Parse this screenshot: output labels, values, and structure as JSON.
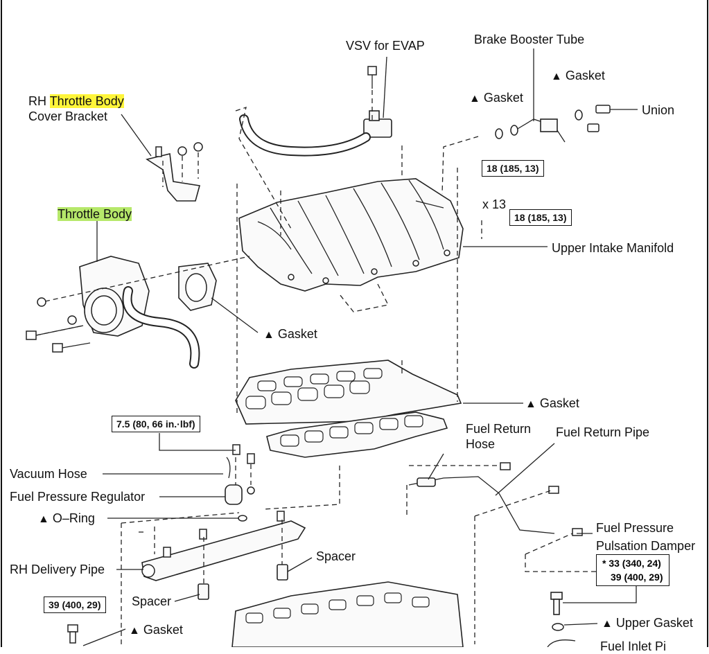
{
  "labels": {
    "vsv_evap": "VSV for EVAP",
    "brake_booster_tube": "Brake Booster Tube",
    "gasket": "Gasket",
    "union": "Union",
    "rh_prefix": "RH ",
    "throttle_body_word": "Throttle Body",
    "cover_bracket": "Cover Bracket",
    "throttle_body": "Throttle Body",
    "x13": "x 13",
    "upper_intake_manifold": "Upper Intake Manifold",
    "fuel_return_hose_1": "Fuel Return",
    "fuel_return_hose_2": "Hose",
    "fuel_return_pipe": "Fuel Return Pipe",
    "vacuum_hose": "Vacuum Hose",
    "fuel_pressure_regulator": "Fuel Pressure Regulator",
    "o_ring": "O–Ring",
    "rh_delivery_pipe": "RH Delivery Pipe",
    "spacer": "Spacer",
    "fuel_pressure_pulsation_damper_1": "Fuel Pressure",
    "fuel_pressure_pulsation_damper_2": "Pulsation Damper",
    "upper_gasket": "Upper Gasket",
    "fuel_inlet_pipe_partial": "Fuel Inlet Pi"
  },
  "torque": {
    "t18a": "18 (185, 13)",
    "t18b": "18 (185, 13)",
    "t7_5": "7.5 (80, 66 in.·lbf)",
    "t39": "39 (400, 29)",
    "t33_star": "* 33 (340, 24)",
    "t39b": "39 (400, 29)"
  },
  "colors": {
    "highlight_yellow": "#fff53a",
    "highlight_green": "#b6e86a"
  }
}
